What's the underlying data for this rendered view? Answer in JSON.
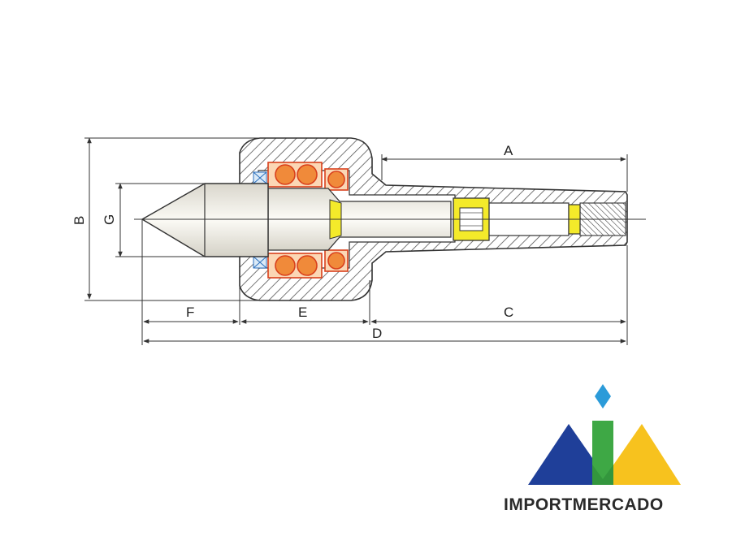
{
  "dimensions": {
    "a": "A",
    "b": "B",
    "c": "C",
    "d": "D",
    "e": "E",
    "f": "F",
    "g": "G"
  },
  "brand": {
    "name": "IMPORTMERCADO",
    "colors": {
      "blue": "#1f3f99",
      "green": "#3ea845",
      "yellow": "#f7c21e",
      "diamond": "#2b9bd9"
    }
  },
  "diagram_colors": {
    "hatch": "#555555",
    "bearing_fill": "#f08a3a",
    "bearing_outline": "#d9401c",
    "insert": "#f4ea2a",
    "tip_fill": "#f0eee6",
    "spindle_fill": "#f5f3ec"
  }
}
